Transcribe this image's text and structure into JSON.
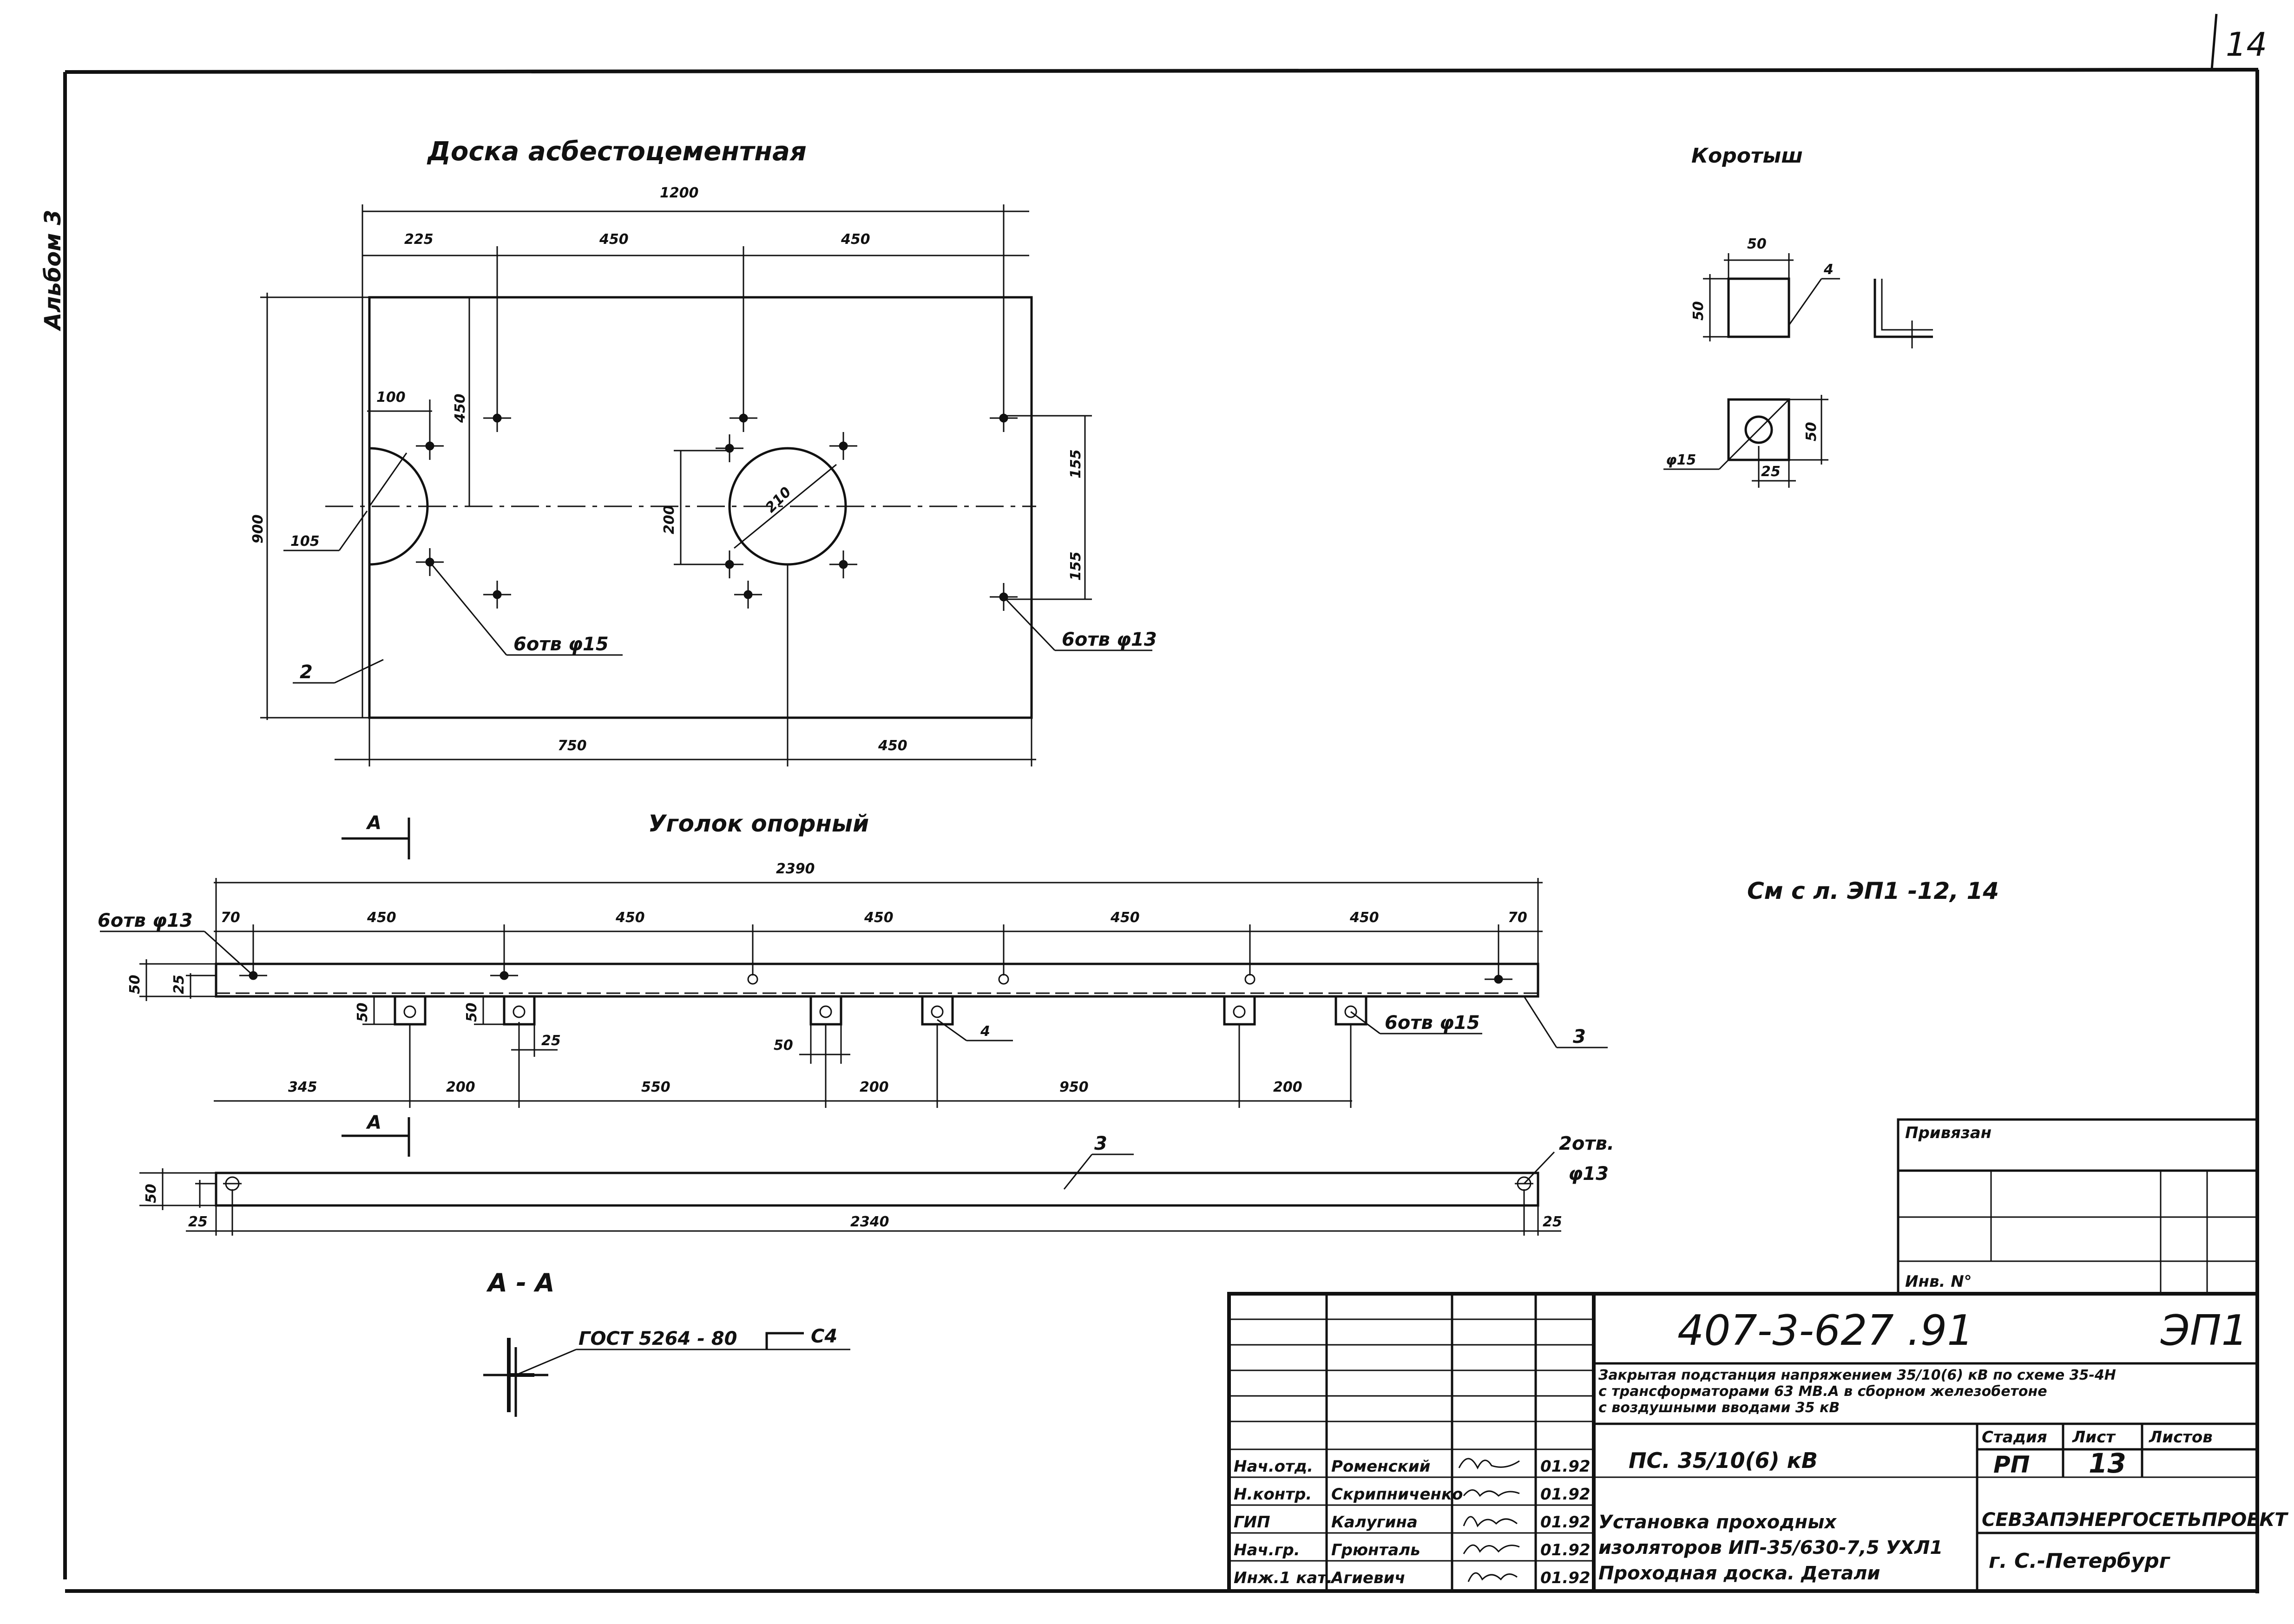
{
  "sheet": {
    "page_number": "14",
    "album": "Альбом 3"
  },
  "board": {
    "title": "Доска   асбестоцементная",
    "dims": {
      "overall": "1200",
      "d225": "225",
      "d450a": "450",
      "d450b": "450",
      "h900": "900",
      "h450": "450",
      "d100": "100",
      "d200": "200",
      "d155a": "155",
      "d155b": "155",
      "d750": "750",
      "d450c": "450",
      "r105": "105",
      "dia210": "210"
    },
    "callouts": {
      "holes15": "6отв φ15",
      "holes13": "6отв φ13",
      "pos2": "2"
    }
  },
  "stub": {
    "title": "Коротыш",
    "d50a": "50",
    "d50b": "50",
    "d50c": "50",
    "d25": "25",
    "phi15": "φ15",
    "pos4": "4"
  },
  "angle": {
    "title": "Уголок   опорный",
    "section_mark": "А",
    "holes13": "6отв φ13",
    "holes15": "6отв φ15",
    "top_dims": [
      "70",
      "450",
      "450",
      "450",
      "450",
      "450",
      "70"
    ],
    "overall": "2390",
    "bottom_dims": [
      "345",
      "200",
      "550",
      "200",
      "950",
      "200"
    ],
    "left_dims": [
      "50",
      "25",
      "50",
      "50"
    ],
    "small": {
      "d25": "25",
      "d50": "50",
      "pos4": "4",
      "pos3": "3"
    }
  },
  "strip": {
    "d50": "50",
    "d25a": "25",
    "overall": "2340",
    "d25b": "25",
    "pos3": "3",
    "holes": "2отв.",
    "phi13": "φ13"
  },
  "note": "См  с л. ЭП1 -12, 14",
  "section": {
    "title": "А - А",
    "gost": "ГОСТ 5264 - 80",
    "weld": "С4"
  },
  "binding": {
    "title": "Привязан",
    "inv": "Инв. N°"
  },
  "titleblock": {
    "code": "407-3-627 .91",
    "mark": "ЭП1",
    "description_lines": [
      "Закрытая подстанция напряжением 35/10(6) кВ по схеме 35-4Н",
      "с трансформаторами 63 МВ.А в сборном железобетоне",
      "с воздушными вводами 35 кВ"
    ],
    "station": "ПС. 35/10(6) кВ",
    "stage_label": "Стадия",
    "sheet_label": "Лист",
    "sheets_label": "Листов",
    "stage": "РП",
    "sheet_no": "13",
    "drawing_lines": [
      "Установка  проходных",
      "изоляторов  ИП-35/630-7,5 УХЛ1",
      "Проходная доска. Детали"
    ],
    "org": "СЕВЗАПЭНЕРГОСЕТЬПРОЕКТ",
    "city": "г. С.-Петербург",
    "signers": [
      {
        "role": "Нач.отд.",
        "name": "Роменский",
        "date": "01.92"
      },
      {
        "role": "Н.контр.",
        "name": "Скрипниченко",
        "date": "01.92"
      },
      {
        "role": "ГИП",
        "name": "Калугина",
        "date": "01.92"
      },
      {
        "role": "Нач.гр.",
        "name": "Грюнталь",
        "date": "01.92"
      },
      {
        "role": "Инж.1 кат.",
        "name": "Агиевич",
        "date": "01.92"
      }
    ]
  }
}
